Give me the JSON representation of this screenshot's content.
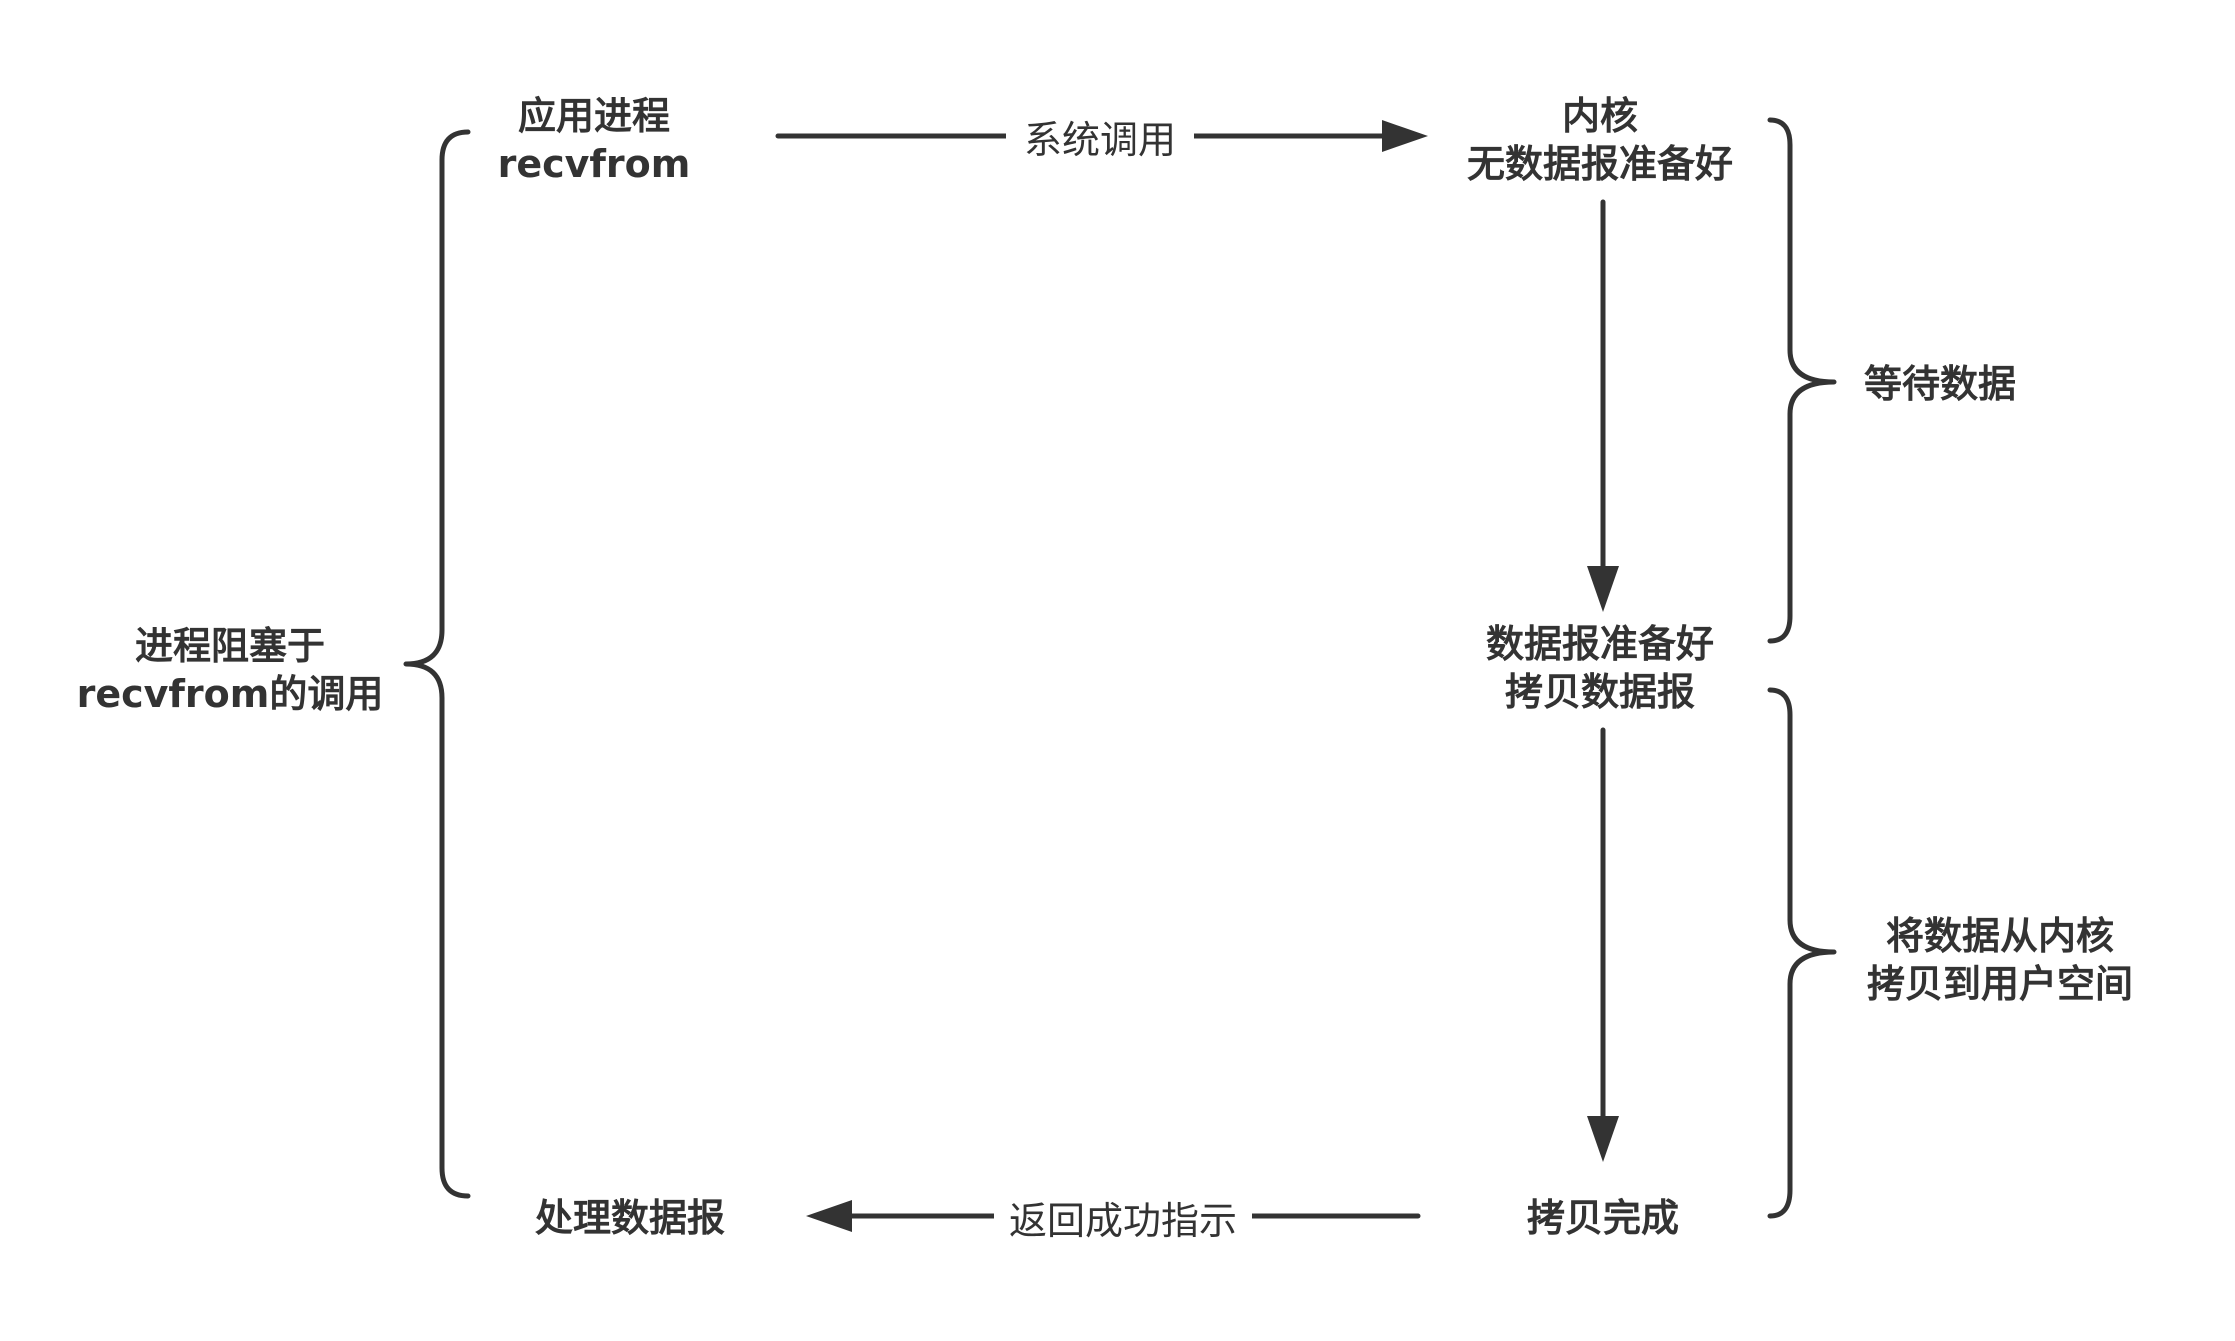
{
  "colors": {
    "stroke": "#333333",
    "text": "#333333",
    "background": "#ffffff"
  },
  "nodes": {
    "app_process": {
      "line1": "应用进程",
      "line2": "recvfrom"
    },
    "kernel_no_data": {
      "line1": "内核",
      "line2": "无数据报准备好"
    },
    "datagram_ready": {
      "line1": "数据报准备好",
      "line2": "拷贝数据报"
    },
    "copy_done": {
      "line1": "拷贝完成"
    },
    "process_datagram": {
      "line1": "处理数据报"
    }
  },
  "edges": {
    "system_call": "系统调用",
    "return_success": "返回成功指示"
  },
  "braces": {
    "left": {
      "line1": "进程阻塞于",
      "line2": "recvfrom的调用"
    },
    "wait_data": {
      "line1": "等待数据"
    },
    "copy_to_user": {
      "line1": "将数据从内核",
      "line2": "拷贝到用户空间"
    }
  }
}
